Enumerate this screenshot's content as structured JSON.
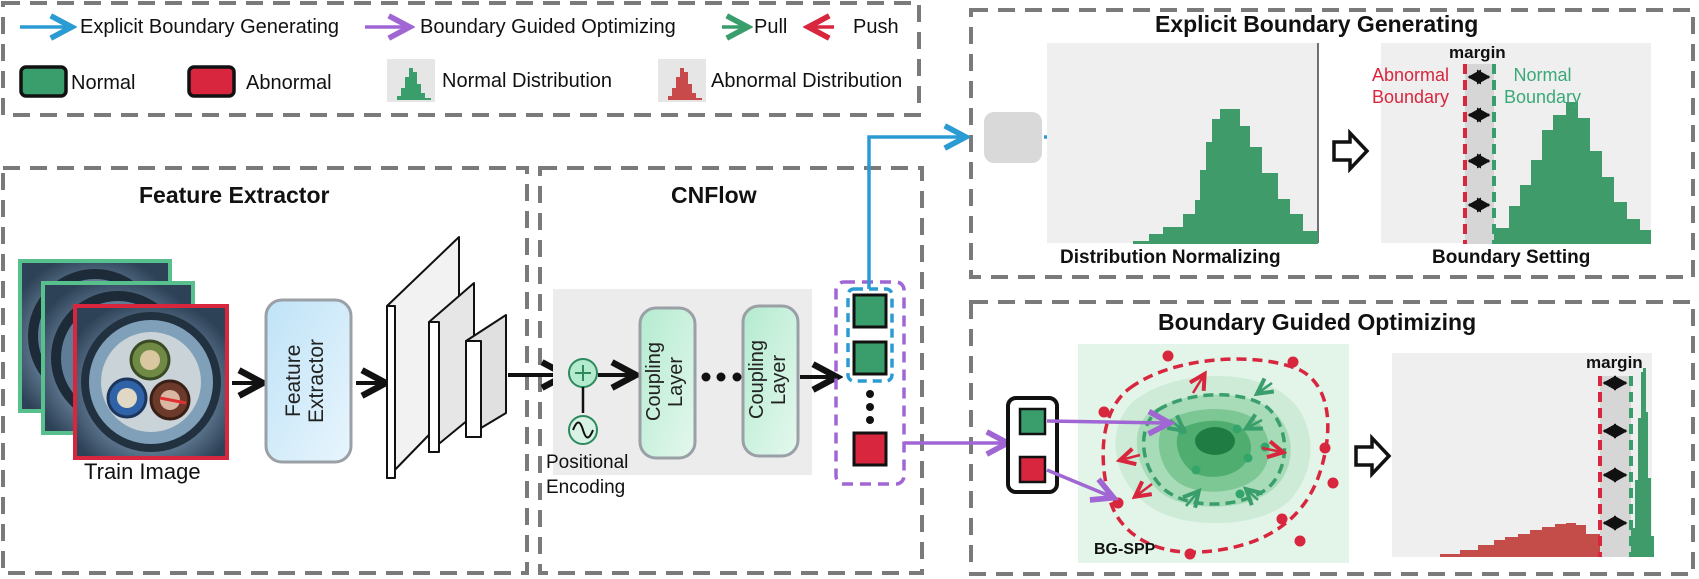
{
  "legend": {
    "explicit_boundary_generating": "Explicit Boundary Generating",
    "boundary_guided_optimizing": "Boundary Guided Optimizing",
    "pull": "Pull",
    "push": "Push",
    "normal": "Normal",
    "abnormal": "Abnormal",
    "normal_distribution": "Normal Distribution",
    "abnormal_distribution": "Abnormal Distribution"
  },
  "feature_extractor": {
    "title": "Feature Extractor",
    "block_line1": "Feature",
    "block_line2": "Extractor",
    "image_caption": "Train Image"
  },
  "cnflow": {
    "title": "CNFlow",
    "coupling_line1": "Coupling",
    "coupling_line2": "Layer",
    "positional_line1": "Positional",
    "positional_line2": "Encoding"
  },
  "explicit_panel": {
    "title": "Explicit Boundary Generating",
    "left_caption": "Distribution Normalizing",
    "right_caption": "Boundary Setting",
    "margin": "margin",
    "abnormal_boundary_line1": "Abnormal",
    "abnormal_boundary_line2": "Boundary",
    "normal_boundary_line1": "Normal",
    "normal_boundary_line2": "Boundary"
  },
  "guided_panel": {
    "title": "Boundary Guided Optimizing",
    "bgspp": "BG-SPP",
    "margin": "margin"
  },
  "colors": {
    "blue_arrow": "#2b9bd3",
    "purple_arrow": "#a066d3",
    "green": "#3a9e6c",
    "red": "#d7263d",
    "dashed_border": "#7a7a7a",
    "block_fill": "#d9d9d9"
  }
}
